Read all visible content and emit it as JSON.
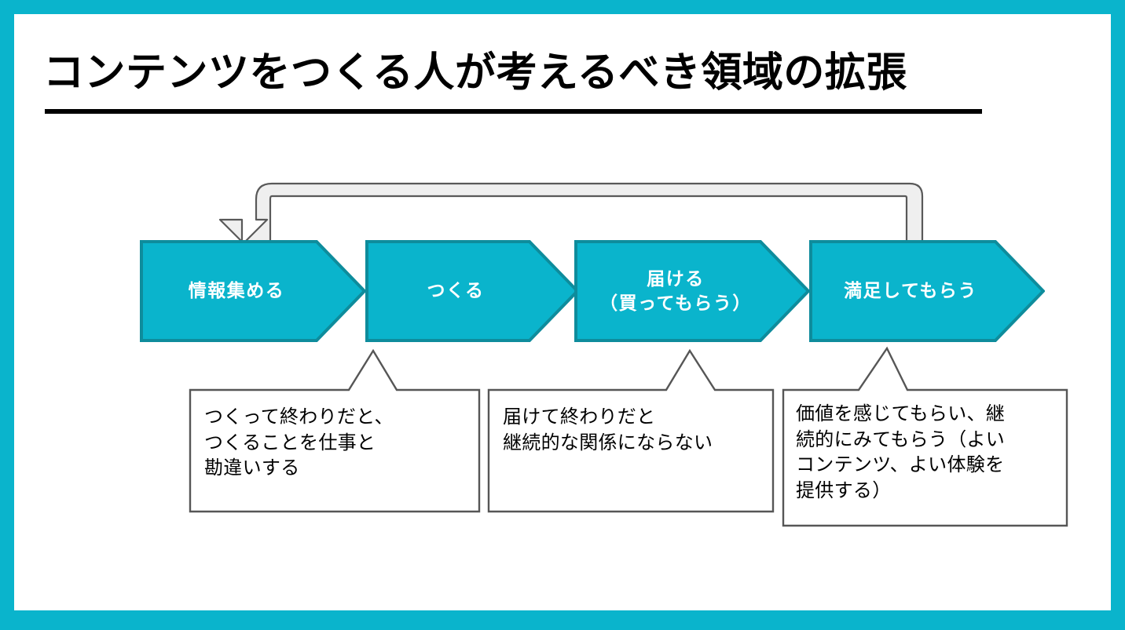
{
  "slide": {
    "title": "コンテンツをつくる人が考えるべき領域の拡張",
    "frame_color": "#0AB4CC",
    "chevron_fill": "#0AB4CC",
    "chevron_border": "#0E8C9C",
    "callout_border": "#565656",
    "loop_fill": "#EFEFEF",
    "loop_border": "#595959",
    "text_color": "#000000"
  },
  "flow": {
    "stages": [
      {
        "id": "gather-information",
        "label": "情報集める"
      },
      {
        "id": "create",
        "label": "つくる"
      },
      {
        "id": "deliver",
        "label": "届ける\n（買ってもらう）"
      },
      {
        "id": "satisfy",
        "label": "満足してもらう"
      }
    ],
    "loop": {
      "name": "feedback-loop-arrow",
      "from_stage": "satisfy",
      "to_stage": "gather-information"
    }
  },
  "callouts": [
    {
      "id": "callout-create",
      "attached_to": "create",
      "text": "つくって終わりだと、\nつくることを仕事と\n勘違いする"
    },
    {
      "id": "callout-deliver",
      "attached_to": "deliver",
      "text": "届けて終わりだと\n継続的な関係にならない"
    },
    {
      "id": "callout-satisfy",
      "attached_to": "satisfy",
      "text": "価値を感じてもらい、継\n続的にみてもらう（よい\nコンテンツ、よい体験を\n提供する）"
    }
  ]
}
